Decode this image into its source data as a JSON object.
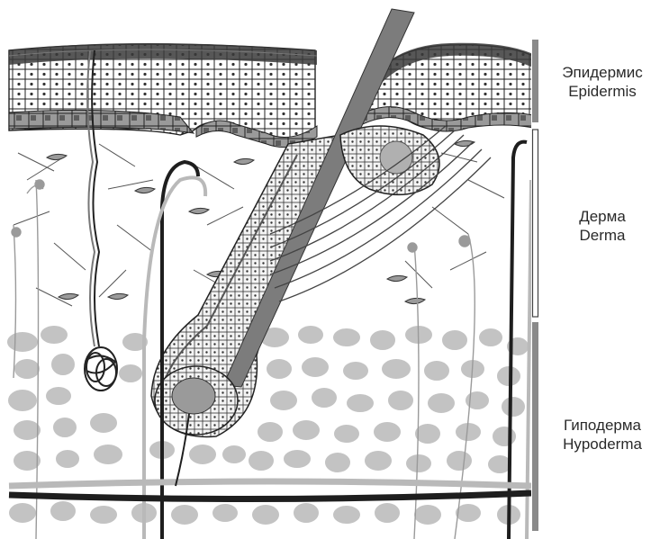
{
  "layers": [
    {
      "id": "epidermis",
      "name_ru": "Эпидермис",
      "name_en": "Epidermis"
    },
    {
      "id": "dermis",
      "name_ru": "Дерма",
      "name_en": "Derma"
    },
    {
      "id": "hypodermis",
      "name_ru": "Гиподерма",
      "name_en": "Hypoderma"
    }
  ],
  "colors": {
    "dark_line": "#1e1e1e",
    "mid_gray": "#7c7c7c",
    "light_gray": "#b9b9b9",
    "fat_cell": "#c3c3c3",
    "scale_bar": "#8a8a8a"
  }
}
